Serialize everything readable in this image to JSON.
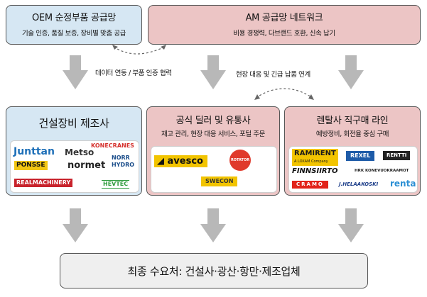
{
  "top_left": {
    "title": "OEM 순정부품 공급망",
    "subtitle": "기술 인증, 품질 보증, 장비별 맞춤 공급"
  },
  "top_right": {
    "title": "AM 공급망 네트워크",
    "subtitle": "비용 경쟁력, 다브랜드 호환, 신속 납기"
  },
  "link_left": "데이터 연동 / 부품 인증 협력",
  "link_right": "현장 대응 및 긴급 납품 연계",
  "mid_left": {
    "title": "건설장비 제조사",
    "logos": {
      "junttan": "Junttan",
      "metso": "Metso",
      "konecranes": "KONECRANES",
      "ponsse": "PONSSE",
      "normet": "normet",
      "norrhydro_1": "NORR",
      "norrhydro_2": "HYDRO",
      "realmachinery": "REALMACHINERY",
      "hevtec": "HEVTEC"
    }
  },
  "mid_center": {
    "title": "공식 딜러 및 유통사",
    "subtitle": "재고 관리, 현장 대응 서비스, 포털 주문",
    "logos": {
      "avesco": "avesco",
      "rotator": "ROTATOR",
      "swecon": "SWECON"
    }
  },
  "mid_right": {
    "title": "렌탈사 직구매 라인",
    "subtitle": "예방정비, 회전율 중심 구매",
    "logos": {
      "ramirent": "RAMIRENT",
      "ramirent_sub": "A LOXAM Company",
      "rexel": "REXEL",
      "rentti": "RENTTI",
      "finnsiirto": "FINNSIIRTO",
      "hrk": "HRK KONEVUOKRAAMOT",
      "cramo": "CRAMO",
      "helaakoski": "J.HELAAKOSKI",
      "renta": "renta"
    }
  },
  "bottom": {
    "title": "최종 수요처: 건설사·광산·항만·제조업체"
  },
  "colors": {
    "blue_box": "#d6e7f3",
    "pink_box": "#ecc5c5",
    "grey_box": "#efefef",
    "arrow": "#b8b8b8"
  }
}
